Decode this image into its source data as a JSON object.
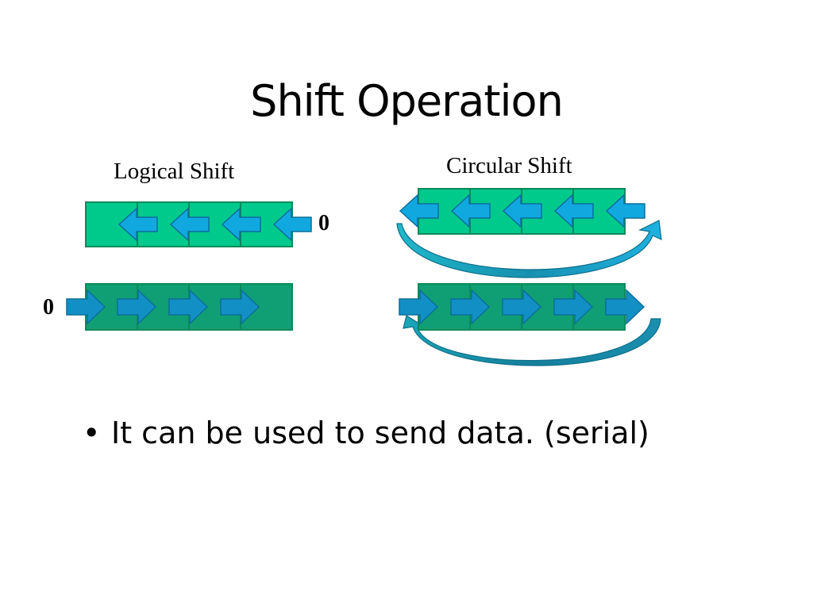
{
  "slide": {
    "title": "Shift Operation",
    "logical_label": "Logical Shift",
    "circular_label": "Circular Shift",
    "logical_left_fill": "0",
    "logical_right_fill": "0",
    "bullet_marker": "•",
    "bullet_text": "It can be used to send data. (serial)"
  },
  "colors": {
    "register_light": "#00c98c",
    "register_dark": "#109e74",
    "register_border": "#0b8a5a",
    "arrow_light": "#11a8e0",
    "arrow_dark": "#1290c6",
    "arrow_border": "#0b6f9a",
    "curve_light": "#1eb0d8",
    "curve_dark": "#147f9a"
  }
}
